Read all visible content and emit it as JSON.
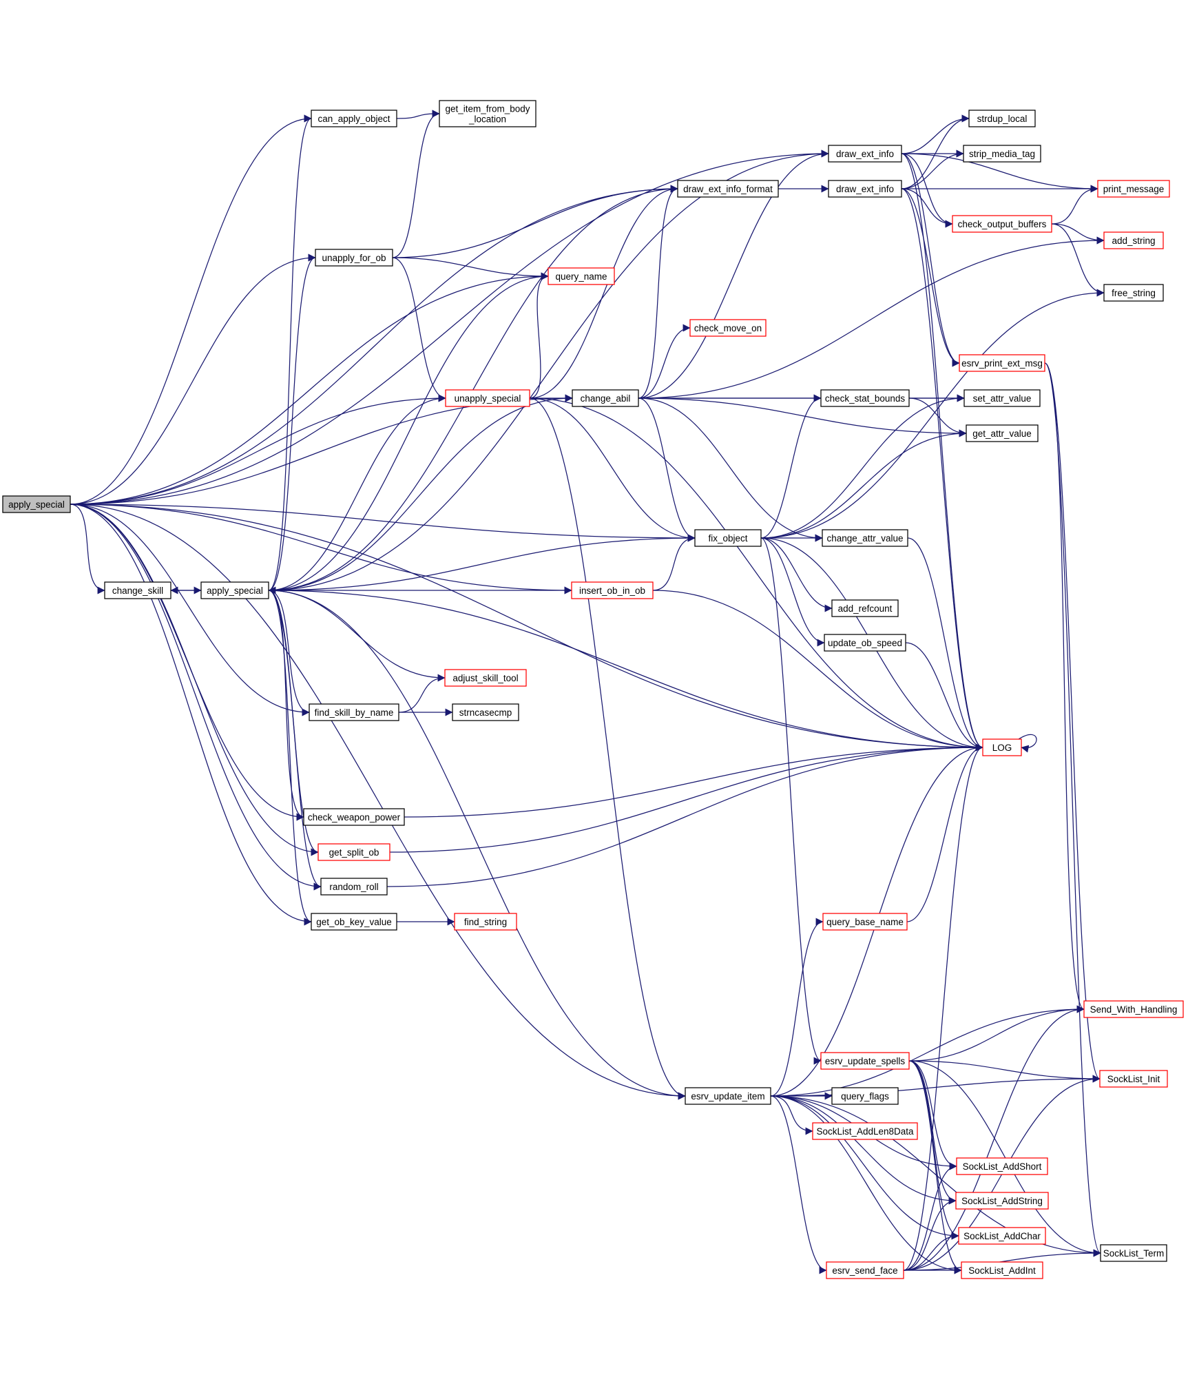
{
  "diagram": {
    "type": "call-graph",
    "colors": {
      "edge": "#191970",
      "border_default": "#000000",
      "border_truncated": "#ff0000",
      "fill_default": "#ffffff",
      "fill_root": "#bfbfbf"
    },
    "nodes": [
      {
        "id": "root",
        "label": "apply_special",
        "style": "root"
      },
      {
        "id": "change_skill",
        "label": "change_skill",
        "style": "normal"
      },
      {
        "id": "apply_special2",
        "label": "apply_special",
        "style": "normal"
      },
      {
        "id": "can_apply_object",
        "label": "can_apply_object",
        "style": "normal"
      },
      {
        "id": "get_item_from_body_location",
        "label": "get_item_from_body\n_location",
        "style": "normal"
      },
      {
        "id": "unapply_for_ob",
        "label": "unapply_for_ob",
        "style": "normal"
      },
      {
        "id": "find_skill_by_name",
        "label": "find_skill_by_name",
        "style": "normal"
      },
      {
        "id": "strncasecmp",
        "label": "strncasecmp",
        "style": "normal"
      },
      {
        "id": "adjust_skill_tool",
        "label": "adjust_skill_tool",
        "style": "truncated"
      },
      {
        "id": "check_weapon_power",
        "label": "check_weapon_power",
        "style": "normal"
      },
      {
        "id": "get_split_ob",
        "label": "get_split_ob",
        "style": "truncated"
      },
      {
        "id": "random_roll",
        "label": "random_roll",
        "style": "normal"
      },
      {
        "id": "get_ob_key_value",
        "label": "get_ob_key_value",
        "style": "normal"
      },
      {
        "id": "find_string",
        "label": "find_string",
        "style": "truncated"
      },
      {
        "id": "unapply_special",
        "label": "unapply_special",
        "style": "truncated"
      },
      {
        "id": "query_name",
        "label": "query_name",
        "style": "truncated"
      },
      {
        "id": "change_abil",
        "label": "change_abil",
        "style": "normal"
      },
      {
        "id": "check_move_on",
        "label": "check_move_on",
        "style": "truncated"
      },
      {
        "id": "insert_ob_in_ob",
        "label": "insert_ob_in_ob",
        "style": "truncated"
      },
      {
        "id": "draw_ext_info_format",
        "label": "draw_ext_info_format",
        "style": "normal"
      },
      {
        "id": "draw_ext_info_a",
        "label": "draw_ext_info",
        "style": "normal"
      },
      {
        "id": "draw_ext_info_b",
        "label": "draw_ext_info",
        "style": "normal"
      },
      {
        "id": "fix_object",
        "label": "fix_object",
        "style": "normal"
      },
      {
        "id": "esrv_update_item",
        "label": "esrv_update_item",
        "style": "normal"
      },
      {
        "id": "strdup_local",
        "label": "strdup_local",
        "style": "normal"
      },
      {
        "id": "strip_media_tag",
        "label": "strip_media_tag",
        "style": "normal"
      },
      {
        "id": "print_message",
        "label": "print_message",
        "style": "truncated"
      },
      {
        "id": "check_output_buffers",
        "label": "check_output_buffers",
        "style": "truncated"
      },
      {
        "id": "add_string",
        "label": "add_string",
        "style": "truncated"
      },
      {
        "id": "free_string",
        "label": "free_string",
        "style": "normal"
      },
      {
        "id": "esrv_print_ext_msg",
        "label": "esrv_print_ext_msg",
        "style": "truncated"
      },
      {
        "id": "check_stat_bounds",
        "label": "check_stat_bounds",
        "style": "normal"
      },
      {
        "id": "set_attr_value",
        "label": "set_attr_value",
        "style": "normal"
      },
      {
        "id": "get_attr_value",
        "label": "get_attr_value",
        "style": "normal"
      },
      {
        "id": "change_attr_value",
        "label": "change_attr_value",
        "style": "normal"
      },
      {
        "id": "add_refcount",
        "label": "add_refcount",
        "style": "normal"
      },
      {
        "id": "update_ob_speed",
        "label": "update_ob_speed",
        "style": "normal"
      },
      {
        "id": "LOG",
        "label": "LOG",
        "style": "truncated"
      },
      {
        "id": "query_base_name",
        "label": "query_base_name",
        "style": "truncated"
      },
      {
        "id": "Send_With_Handling",
        "label": "Send_With_Handling",
        "style": "truncated"
      },
      {
        "id": "esrv_update_spells",
        "label": "esrv_update_spells",
        "style": "truncated"
      },
      {
        "id": "SockList_Init",
        "label": "SockList_Init",
        "style": "truncated"
      },
      {
        "id": "query_flags",
        "label": "query_flags",
        "style": "normal"
      },
      {
        "id": "SockList_AddLen8Data",
        "label": "SockList_AddLen8Data",
        "style": "truncated"
      },
      {
        "id": "SockList_AddShort",
        "label": "SockList_AddShort",
        "style": "truncated"
      },
      {
        "id": "SockList_AddString",
        "label": "SockList_AddString",
        "style": "truncated"
      },
      {
        "id": "SockList_AddChar",
        "label": "SockList_AddChar",
        "style": "truncated"
      },
      {
        "id": "SockList_AddInt",
        "label": "SockList_AddInt",
        "style": "truncated"
      },
      {
        "id": "esrv_send_face",
        "label": "esrv_send_face",
        "style": "truncated"
      },
      {
        "id": "SockList_Term",
        "label": "SockList_Term",
        "style": "normal"
      }
    ],
    "edges": [
      [
        "root",
        "can_apply_object"
      ],
      [
        "root",
        "unapply_for_ob"
      ],
      [
        "root",
        "query_name"
      ],
      [
        "root",
        "unapply_special"
      ],
      [
        "root",
        "change_abil"
      ],
      [
        "root",
        "fix_object"
      ],
      [
        "root",
        "insert_ob_in_ob"
      ],
      [
        "root",
        "draw_ext_info_a"
      ],
      [
        "root",
        "draw_ext_info_format"
      ],
      [
        "root",
        "change_skill"
      ],
      [
        "root",
        "find_skill_by_name"
      ],
      [
        "root",
        "LOG"
      ],
      [
        "root",
        "check_weapon_power"
      ],
      [
        "root",
        "get_split_ob"
      ],
      [
        "root",
        "random_roll"
      ],
      [
        "root",
        "get_ob_key_value"
      ],
      [
        "root",
        "esrv_update_item"
      ],
      [
        "change_skill",
        "apply_special2"
      ],
      [
        "apply_special2",
        "change_skill"
      ],
      [
        "apply_special2",
        "can_apply_object"
      ],
      [
        "apply_special2",
        "unapply_for_ob"
      ],
      [
        "apply_special2",
        "query_name"
      ],
      [
        "apply_special2",
        "unapply_special"
      ],
      [
        "apply_special2",
        "change_abil"
      ],
      [
        "apply_special2",
        "fix_object"
      ],
      [
        "apply_special2",
        "insert_ob_in_ob"
      ],
      [
        "apply_special2",
        "draw_ext_info_a"
      ],
      [
        "apply_special2",
        "draw_ext_info_format"
      ],
      [
        "apply_special2",
        "find_skill_by_name"
      ],
      [
        "apply_special2",
        "LOG"
      ],
      [
        "apply_special2",
        "check_weapon_power"
      ],
      [
        "apply_special2",
        "get_split_ob"
      ],
      [
        "apply_special2",
        "random_roll"
      ],
      [
        "apply_special2",
        "get_ob_key_value"
      ],
      [
        "apply_special2",
        "esrv_update_item"
      ],
      [
        "can_apply_object",
        "get_item_from_body_location"
      ],
      [
        "unapply_for_ob",
        "get_item_from_body_location"
      ],
      [
        "unapply_for_ob",
        "draw_ext_info_format"
      ],
      [
        "unapply_for_ob",
        "query_name"
      ],
      [
        "unapply_for_ob",
        "unapply_special"
      ],
      [
        "unapply_special",
        "query_name"
      ],
      [
        "unapply_special",
        "change_abil"
      ],
      [
        "unapply_special",
        "draw_ext_info_format"
      ],
      [
        "unapply_special",
        "fix_object"
      ],
      [
        "unapply_special",
        "LOG"
      ],
      [
        "unapply_special",
        "esrv_update_item"
      ],
      [
        "change_abil",
        "check_move_on"
      ],
      [
        "change_abil",
        "draw_ext_info_a"
      ],
      [
        "change_abil",
        "draw_ext_info_format"
      ],
      [
        "change_abil",
        "add_string"
      ],
      [
        "change_abil",
        "set_attr_value"
      ],
      [
        "change_abil",
        "check_stat_bounds"
      ],
      [
        "change_abil",
        "get_attr_value"
      ],
      [
        "change_abil",
        "fix_object"
      ],
      [
        "change_abil",
        "change_attr_value"
      ],
      [
        "find_skill_by_name",
        "adjust_skill_tool"
      ],
      [
        "find_skill_by_name",
        "strncasecmp"
      ],
      [
        "adjust_skill_tool",
        "apply_special2"
      ],
      [
        "get_ob_key_value",
        "find_string"
      ],
      [
        "check_weapon_power",
        "LOG"
      ],
      [
        "get_split_ob",
        "LOG"
      ],
      [
        "random_roll",
        "LOG"
      ],
      [
        "insert_ob_in_ob",
        "fix_object"
      ],
      [
        "insert_ob_in_ob",
        "LOG"
      ],
      [
        "draw_ext_info_format",
        "draw_ext_info_b"
      ],
      [
        "draw_ext_info_a",
        "strdup_local"
      ],
      [
        "draw_ext_info_a",
        "strip_media_tag"
      ],
      [
        "draw_ext_info_a",
        "print_message"
      ],
      [
        "draw_ext_info_a",
        "check_output_buffers"
      ],
      [
        "draw_ext_info_a",
        "esrv_print_ext_msg"
      ],
      [
        "draw_ext_info_a",
        "LOG"
      ],
      [
        "draw_ext_info_b",
        "strdup_local"
      ],
      [
        "draw_ext_info_b",
        "strip_media_tag"
      ],
      [
        "draw_ext_info_b",
        "print_message"
      ],
      [
        "draw_ext_info_b",
        "check_output_buffers"
      ],
      [
        "draw_ext_info_b",
        "esrv_print_ext_msg"
      ],
      [
        "draw_ext_info_b",
        "LOG"
      ],
      [
        "check_output_buffers",
        "print_message"
      ],
      [
        "check_output_buffers",
        "add_string"
      ],
      [
        "check_output_buffers",
        "free_string"
      ],
      [
        "esrv_print_ext_msg",
        "Send_With_Handling"
      ],
      [
        "esrv_print_ext_msg",
        "SockList_Init"
      ],
      [
        "esrv_print_ext_msg",
        "SockList_Term"
      ],
      [
        "fix_object",
        "free_string"
      ],
      [
        "fix_object",
        "check_stat_bounds"
      ],
      [
        "fix_object",
        "set_attr_value"
      ],
      [
        "fix_object",
        "get_attr_value"
      ],
      [
        "fix_object",
        "change_attr_value"
      ],
      [
        "fix_object",
        "add_refcount"
      ],
      [
        "fix_object",
        "update_ob_speed"
      ],
      [
        "fix_object",
        "LOG"
      ],
      [
        "fix_object",
        "esrv_update_spells"
      ],
      [
        "check_stat_bounds",
        "set_attr_value"
      ],
      [
        "check_stat_bounds",
        "get_attr_value"
      ],
      [
        "change_attr_value",
        "LOG"
      ],
      [
        "update_ob_speed",
        "LOG"
      ],
      [
        "LOG",
        "LOG"
      ],
      [
        "query_base_name",
        "LOG"
      ],
      [
        "esrv_update_item",
        "query_base_name"
      ],
      [
        "esrv_update_item",
        "LOG"
      ],
      [
        "esrv_update_item",
        "Send_With_Handling"
      ],
      [
        "esrv_update_item",
        "SockList_Init"
      ],
      [
        "esrv_update_item",
        "query_flags"
      ],
      [
        "esrv_update_item",
        "SockList_AddLen8Data"
      ],
      [
        "esrv_update_item",
        "SockList_AddShort"
      ],
      [
        "esrv_update_item",
        "SockList_AddString"
      ],
      [
        "esrv_update_item",
        "SockList_AddChar"
      ],
      [
        "esrv_update_item",
        "SockList_AddInt"
      ],
      [
        "esrv_update_item",
        "esrv_send_face"
      ],
      [
        "esrv_update_item",
        "SockList_Term"
      ],
      [
        "esrv_update_spells",
        "Send_With_Handling"
      ],
      [
        "esrv_update_spells",
        "SockList_Init"
      ],
      [
        "esrv_update_spells",
        "SockList_AddShort"
      ],
      [
        "esrv_update_spells",
        "SockList_AddString"
      ],
      [
        "esrv_update_spells",
        "SockList_AddChar"
      ],
      [
        "esrv_update_spells",
        "SockList_AddInt"
      ],
      [
        "esrv_update_spells",
        "SockList_Term"
      ],
      [
        "esrv_send_face",
        "LOG"
      ],
      [
        "esrv_send_face",
        "Send_With_Handling"
      ],
      [
        "esrv_send_face",
        "SockList_Init"
      ],
      [
        "esrv_send_face",
        "SockList_AddShort"
      ],
      [
        "esrv_send_face",
        "SockList_AddString"
      ],
      [
        "esrv_send_face",
        "SockList_AddChar"
      ],
      [
        "esrv_send_face",
        "SockList_AddInt"
      ],
      [
        "esrv_send_face",
        "SockList_Term"
      ]
    ]
  }
}
